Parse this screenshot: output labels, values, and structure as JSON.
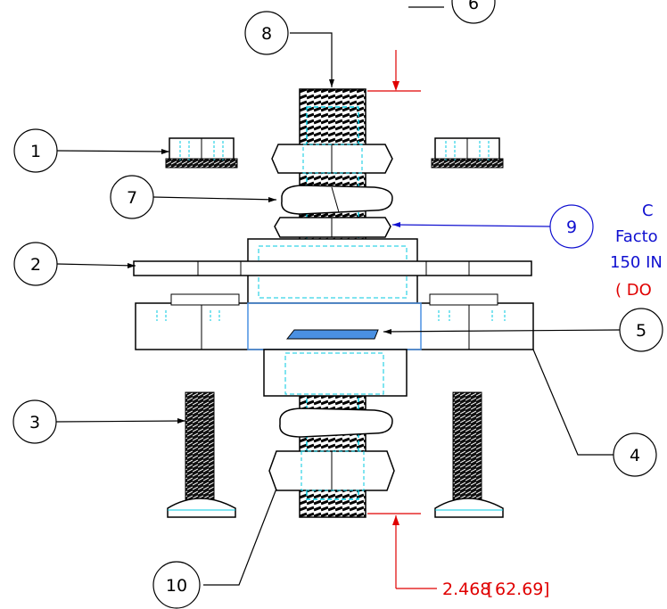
{
  "balloons": {
    "b1": "1",
    "b2": "2",
    "b3": "3",
    "b4": "4",
    "b5": "5",
    "b6": "6",
    "b7": "7",
    "b8": "8",
    "b9": "9",
    "b10": "10"
  },
  "note": {
    "line1": "C",
    "line2": "Facto",
    "line3": "150 IN",
    "line4": "( DO"
  },
  "dimension": {
    "value": "2.468",
    "metric": "62.69"
  },
  "colors": {
    "line": "#000000",
    "hidden": "#00c8e0",
    "callout": "#1010d0",
    "dimension": "#e00000",
    "highlight": "#4a90e2"
  }
}
